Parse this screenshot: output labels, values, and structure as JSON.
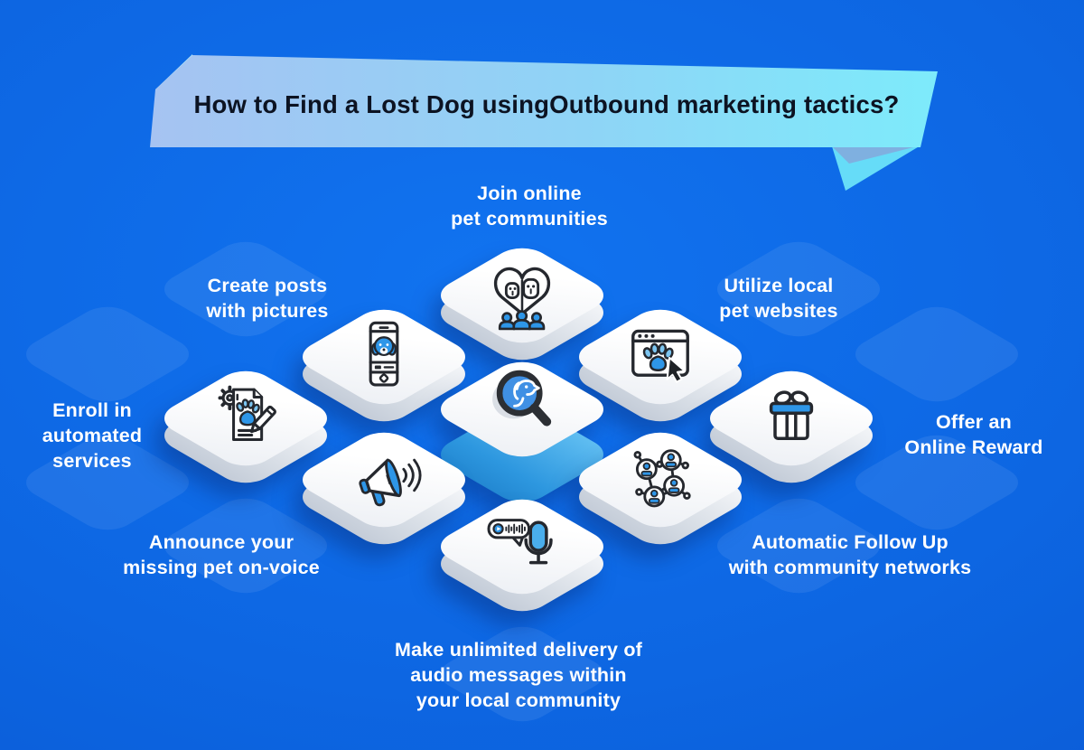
{
  "banner": {
    "title_regular": "How to Find a Lost Dog using ",
    "title_bold": "Outbound marketing tactics?"
  },
  "center_tile": {
    "icon": "magnifier-dog-icon"
  },
  "tactics": [
    {
      "id": "join-communities",
      "icon": "heart-community-icon",
      "label": "Join online\npet communities"
    },
    {
      "id": "create-posts",
      "icon": "phone-post-icon",
      "label": "Create posts\nwith pictures"
    },
    {
      "id": "pet-websites",
      "icon": "browser-paw-icon",
      "label": "Utilize local\npet websites"
    },
    {
      "id": "automated-services",
      "icon": "document-paw-icon",
      "label": "Enroll in\nautomated\nservices"
    },
    {
      "id": "online-reward",
      "icon": "gift-icon",
      "label": "Offer an\nOnline Reward"
    },
    {
      "id": "announce-voice",
      "icon": "megaphone-icon",
      "label": "Announce your\nmissing pet on-voice"
    },
    {
      "id": "follow-up",
      "icon": "network-people-icon",
      "label": "Automatic Follow Up\nwith community networks"
    },
    {
      "id": "audio-delivery",
      "icon": "mic-voice-icon",
      "label": "Make unlimited delivery of\naudio messages within\nyour local community"
    }
  ],
  "colors": {
    "background_blue": "#0d66e2",
    "ribbon_left": "#a6c3f2",
    "ribbon_right": "#7debfb",
    "ribbon_fold": "#b4ecfa",
    "ribbon_tail": "#66dcf8",
    "title_text": "#0c1322",
    "label_text": "#ffffff",
    "icon_blue": "#2e96e8",
    "icon_light_blue": "#7cc5f0",
    "icon_stroke": "#25282e",
    "tile_top": "#ffffff",
    "tile_side": "#d2d9e2",
    "center_tile_side": "#3aa6e8"
  }
}
